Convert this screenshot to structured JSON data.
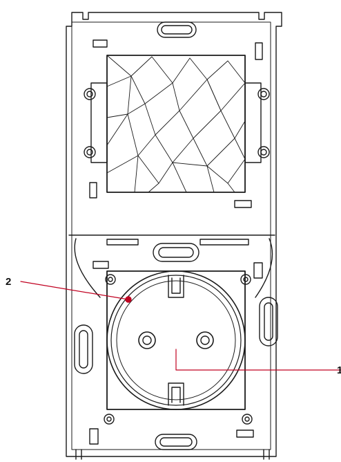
{
  "diagram": {
    "callouts": [
      {
        "id": "2",
        "label": "2",
        "color": "#c00020"
      },
      {
        "id": "1",
        "label": "1",
        "color": "#c00020"
      }
    ],
    "colors": {
      "line": "#1a1a1a",
      "accent": "#c00020",
      "background": "#ffffff"
    },
    "parts": [
      "mounting-frame",
      "sensor-cover",
      "schuko-socket",
      "status-led"
    ]
  }
}
